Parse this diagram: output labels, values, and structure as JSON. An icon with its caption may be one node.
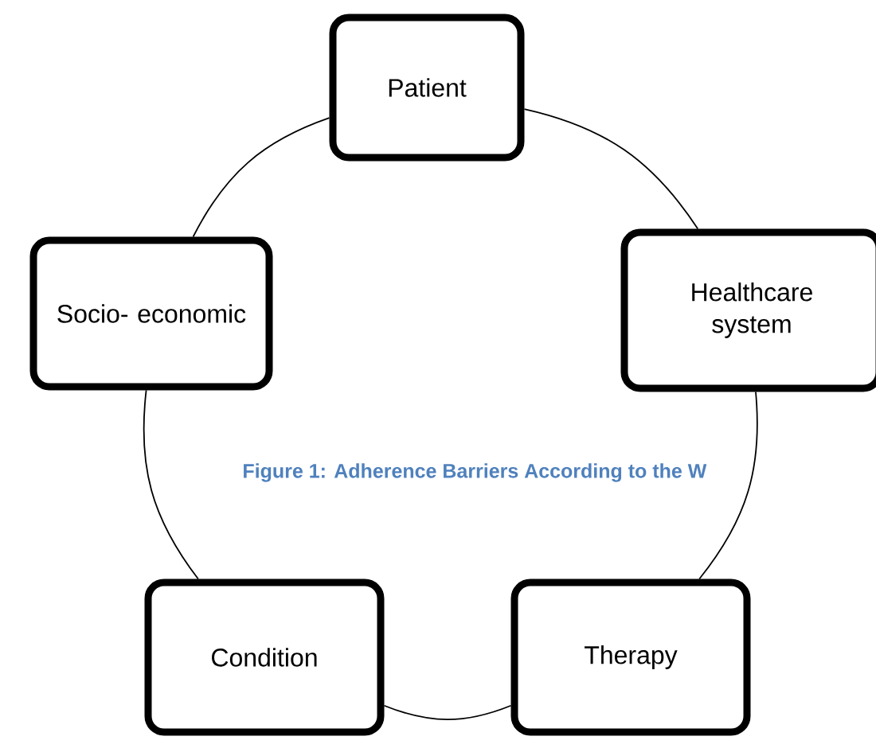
{
  "diagram": {
    "caption": "Figure 1:  Adherence Barriers According to the W",
    "nodes": [
      {
        "text": [
          "Patient"
        ]
      },
      {
        "text": [
          "Socio- economic"
        ]
      },
      {
        "text": [
          "Healthcare system"
        ]
      },
      {
        "text": [
          "Condition"
        ]
      },
      {
        "text": [
          "Therapy"
        ]
      }
    ],
    "edges": [
      {
        "from": 0,
        "to": 2,
        "arrow": "none"
      },
      {
        "from": 2,
        "to": 4,
        "arrow": "none"
      },
      {
        "from": 4,
        "to": 3,
        "arrow": "none"
      },
      {
        "from": 3,
        "to": 1,
        "arrow": "none"
      },
      {
        "from": 1,
        "to": 0,
        "arrow": "none"
      }
    ]
  }
}
